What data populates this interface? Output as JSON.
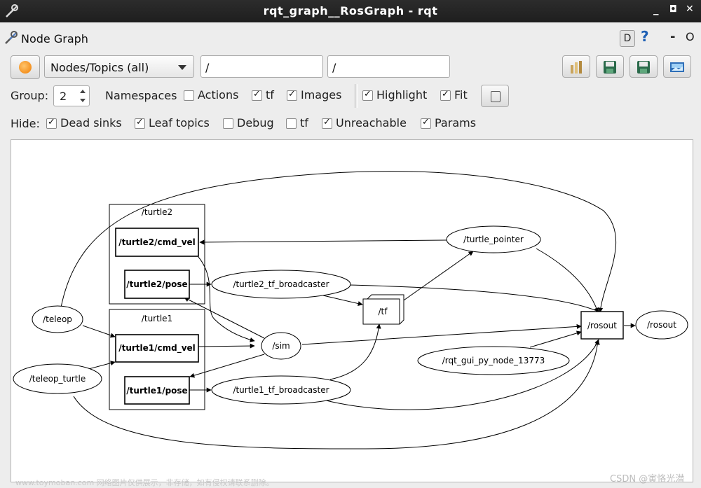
{
  "window": {
    "title": "rqt_graph__RosGraph - rqt",
    "minimize": "_",
    "maximize": "◘",
    "close": "✕"
  },
  "plugin": {
    "title": "Node Graph",
    "d_label": "D",
    "help_label": "?",
    "dash_label": "-",
    "o_label": "O"
  },
  "toolbar": {
    "mode_value": "Nodes/Topics (all)",
    "node_filter_value": "/",
    "topic_filter_value": "/"
  },
  "options": {
    "group_label": "Group:",
    "group_value": "2",
    "namespaces_label": "Namespaces",
    "actions_label": "Actions",
    "actions_checked": false,
    "tf_label": "tf",
    "tf_checked": true,
    "images_label": "Images",
    "images_checked": true,
    "highlight_label": "Highlight",
    "highlight_checked": true,
    "fit_label": "Fit",
    "fit_checked": true
  },
  "hide": {
    "label": "Hide:",
    "dead_sinks": {
      "label": "Dead sinks",
      "checked": true
    },
    "leaf_topics": {
      "label": "Leaf topics",
      "checked": true
    },
    "debug": {
      "label": "Debug",
      "checked": false
    },
    "tf": {
      "label": "tf",
      "checked": false
    },
    "unreachable": {
      "label": "Unreachable",
      "checked": true
    },
    "params": {
      "label": "Params",
      "checked": true
    }
  },
  "graph": {
    "groups": {
      "turtle2": "/turtle2",
      "turtle1": "/turtle1"
    },
    "nodes": {
      "teleop": "/teleop",
      "teleop_turtle": "/teleop_turtle",
      "sim": "/sim",
      "turtle2_tf_broadcaster": "/turtle2_tf_broadcaster",
      "turtle1_tf_broadcaster": "/turtle1_tf_broadcaster",
      "turtle_pointer": "/turtle_pointer",
      "rqt_gui_py_node": "/rqt_gui_py_node_13773",
      "rosout_node": "/rosout"
    },
    "topics": {
      "turtle2_cmd_vel": "/turtle2/cmd_vel",
      "turtle2_pose": "/turtle2/pose",
      "turtle1_cmd_vel": "/turtle1/cmd_vel",
      "turtle1_pose": "/turtle1/pose",
      "tf": "/tf",
      "rosout_topic": "/rosout"
    }
  },
  "watermark": {
    "left": "www.toymoban.com 网络图片仅供展示，非存储，如有侵权请联系删除。",
    "right": "CSDN @寅恪光潜"
  }
}
